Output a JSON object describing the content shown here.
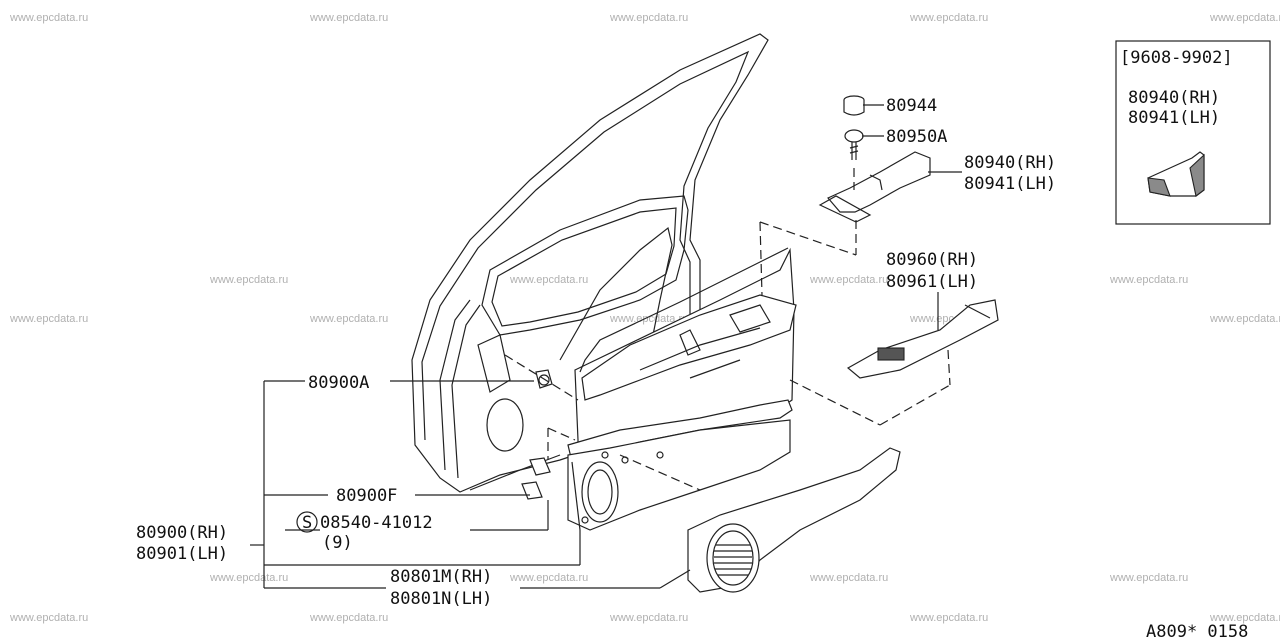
{
  "watermark": "www.epcdata.ru",
  "inset": {
    "range": "[9608-9902]",
    "part_rh": "80940(RH)",
    "part_lh": "80941(LH)"
  },
  "labels": {
    "p80944": "80944",
    "p80950a": "80950A",
    "p80940": "80940(RH)",
    "p80941": "80941(LH)",
    "p80960": "80960(RH)",
    "p80961": "80961(LH)",
    "p80900a": "80900A",
    "p80900f": "80900F",
    "screw_symbol": "S",
    "screw_code": "08540-41012",
    "screw_qty": "(9)",
    "p80900": "80900(RH)",
    "p80901": "80901(LH)",
    "p80801m": "80801M(RH)",
    "p80801n": "80801N(LH)"
  },
  "diagram_code": "A809* 0158"
}
